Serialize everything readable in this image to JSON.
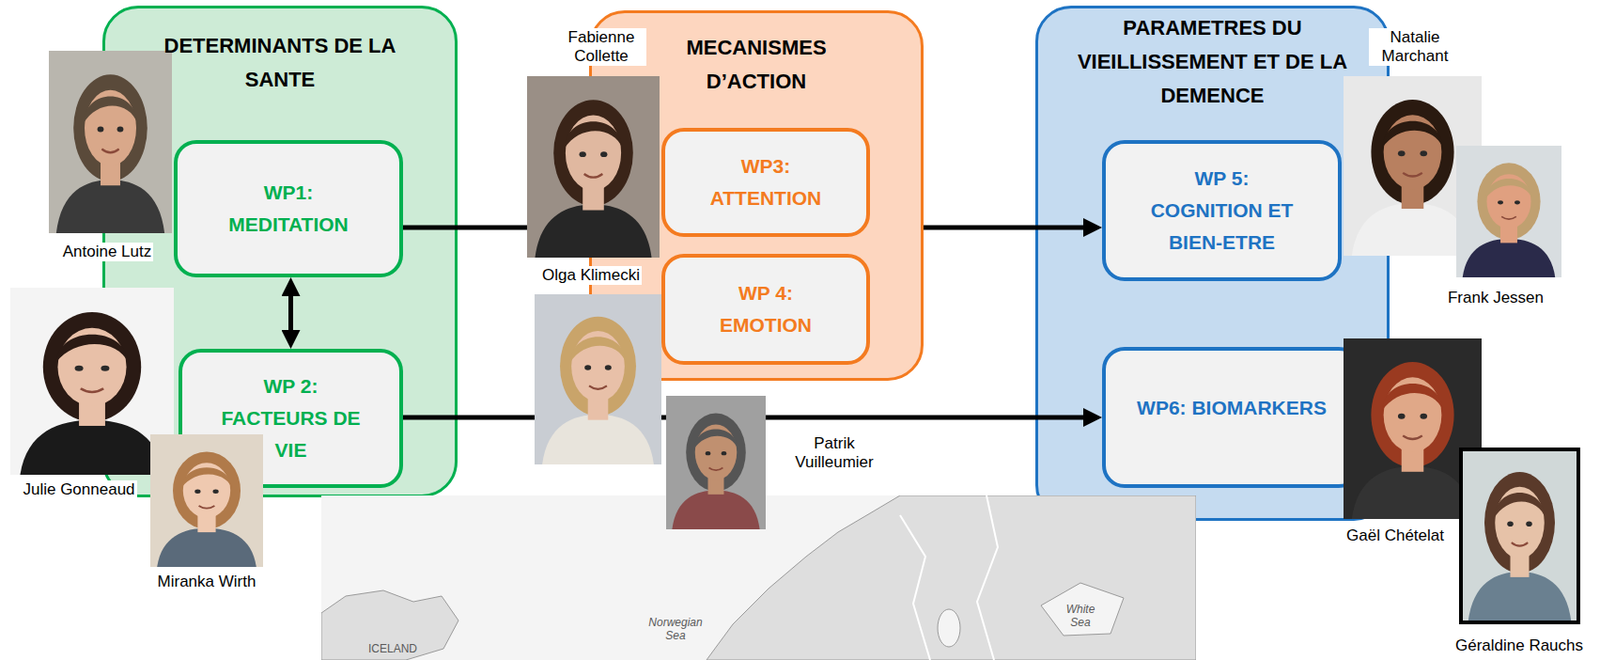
{
  "diagram": {
    "nodes": [
      {
        "text": [
          "DETERMINANTS DE LA SANTE"
        ]
      },
      {
        "text": [
          "WP1: MEDITATION"
        ],
        "in": 0
      },
      {
        "text": [
          "WP 2: FACTEURS DE VIE"
        ],
        "in": 0
      },
      {
        "text": [
          "MECANISMES D’ACTION"
        ]
      },
      {
        "text": [
          "WP3: ATTENTION"
        ],
        "in": 3
      },
      {
        "text": [
          "WP 4: EMOTION"
        ],
        "in": 3
      },
      {
        "text": [
          "PARAMETRES DU VIEILLISSEMENT ET DE LA DEMENCE"
        ]
      },
      {
        "text": [
          "WP 5: COGNITION ET BIEN-ETRE"
        ],
        "in": 6
      },
      {
        "text": [
          "WP6: BIOMARKERS"
        ],
        "in": 6
      }
    ],
    "edges": [
      {
        "from": 1,
        "to": 2,
        "arrow": "both"
      },
      {
        "from": 1,
        "to": 3,
        "arrow": "none"
      },
      {
        "from": 3,
        "to": 7,
        "arrow": "to"
      },
      {
        "from": 2,
        "to": 8,
        "arrow": "to"
      }
    ],
    "labels": [
      "Antoine Lutz",
      "Fabienne Collette",
      "Olga Klimecki",
      "Julie Gonneaud",
      "Miranka Wirth",
      "Patrik Vuilleumier",
      "Natalie Marchant",
      "Frank Jessen",
      "Gaël Chételat",
      "Géraldine Rauchs",
      "ICELAND",
      "Norwegian Sea",
      "White Sea"
    ]
  }
}
